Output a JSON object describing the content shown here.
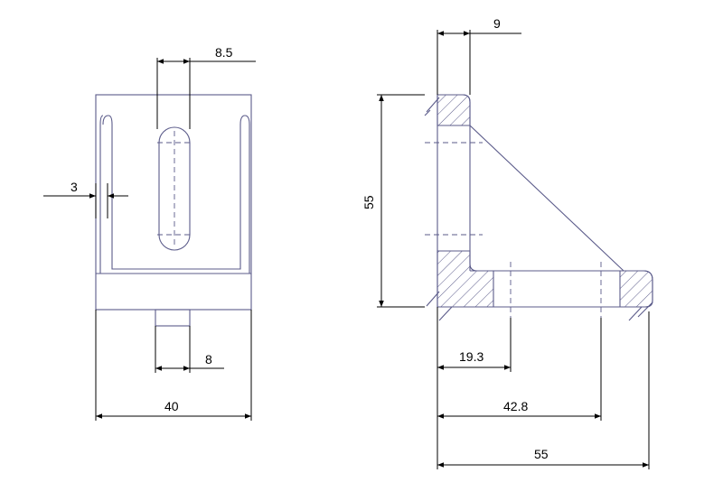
{
  "dimensions": {
    "slot_width": "8.5",
    "wall_thickness": "3",
    "nut_width": "8",
    "total_width": "40",
    "flange_thickness": "9",
    "height": "55",
    "hole_1": "19.3",
    "hole_2": "42.8",
    "total_length": "55"
  }
}
